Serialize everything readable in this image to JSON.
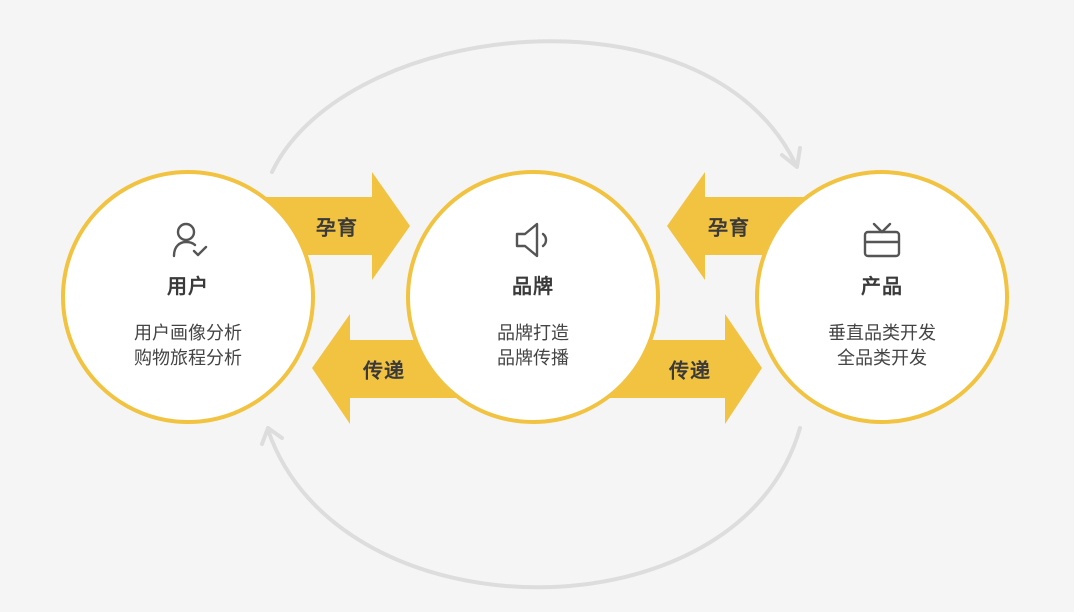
{
  "colors": {
    "background": "#f5f5f5",
    "accent": "#f2c241",
    "cycle_arrow": "#dddddd",
    "text": "#3a3a3a"
  },
  "nodes": [
    {
      "id": "user",
      "icon": "user-check-icon",
      "title": "用户",
      "desc": [
        "用户画像分析",
        "购物旅程分析"
      ]
    },
    {
      "id": "brand",
      "icon": "speaker-icon",
      "title": "品牌",
      "desc": [
        "品牌打造",
        "品牌传播"
      ]
    },
    {
      "id": "product",
      "icon": "tv-icon",
      "title": "产品",
      "desc": [
        "垂直品类开发",
        "全品类开发"
      ]
    }
  ],
  "arrows": {
    "user_to_brand": "孕育",
    "brand_to_user": "传递",
    "product_to_brand": "孕育",
    "brand_to_product": "传递"
  }
}
